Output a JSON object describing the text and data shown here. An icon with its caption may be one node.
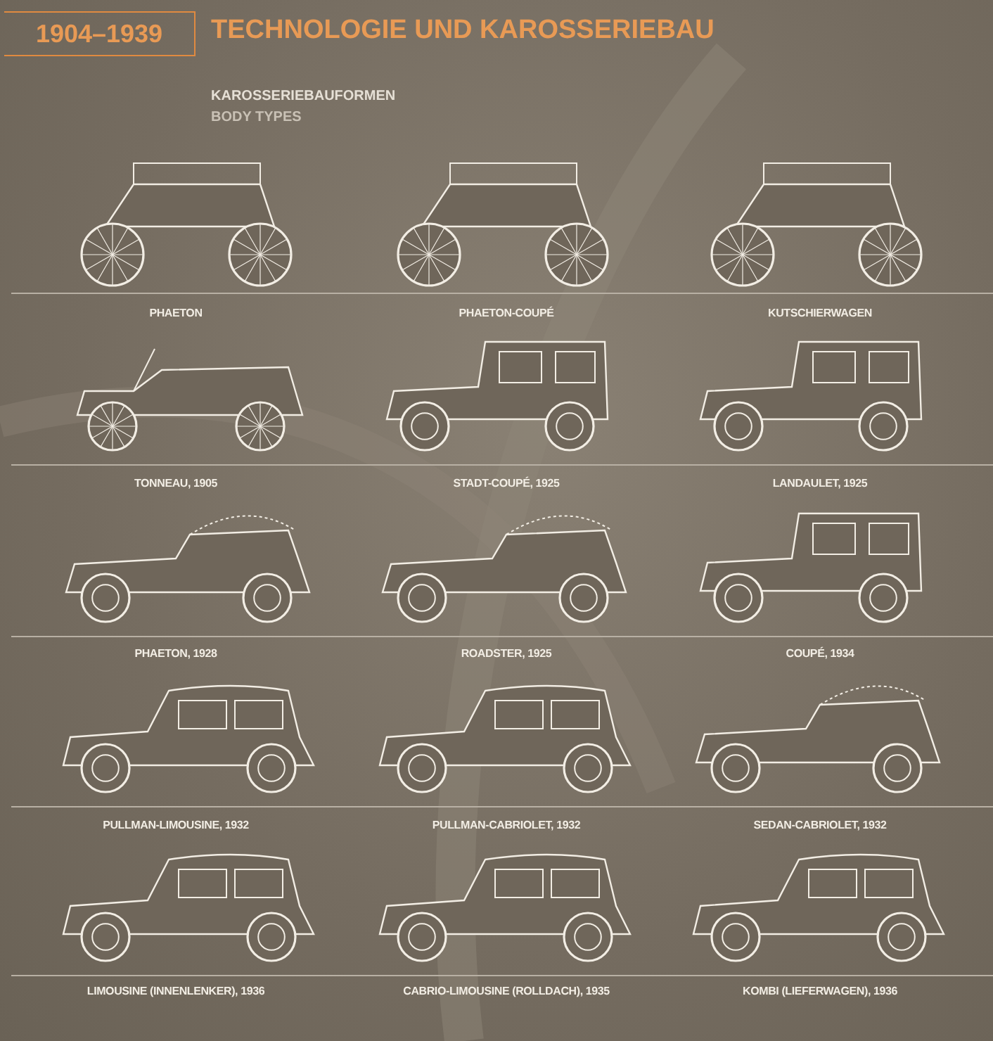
{
  "diagram": {
    "title": "TECHNOLOGIE UND KAROSSERIEBAU",
    "nodes": [
      {
        "text": [
          "1904–1939"
        ]
      }
    ],
    "labels": [
      "KAROSSERIEBAUFORMEN",
      "BODY TYPES",
      "PHAETON",
      "PHAETON-COUPÉ",
      "KUTSCHIERWAGEN",
      "TONNEAU, 1905",
      "STADT-COUPÉ, 1925",
      "LANDAULET, 1925",
      "PHAETON, 1928",
      "ROADSTER, 1925",
      "COUPÉ, 1934",
      "PULLMAN-LIMOUSINE, 1932",
      "PULLMAN-CABRIOLET, 1932",
      "SEDAN-CABRIOLET, 1932",
      "LIMOUSINE (INNENLENKER), 1936",
      "CABRIO-LIMOUSINE (ROLLDACH), 1935",
      "KOMBI (LIEFERWAGEN), 1936"
    ]
  }
}
